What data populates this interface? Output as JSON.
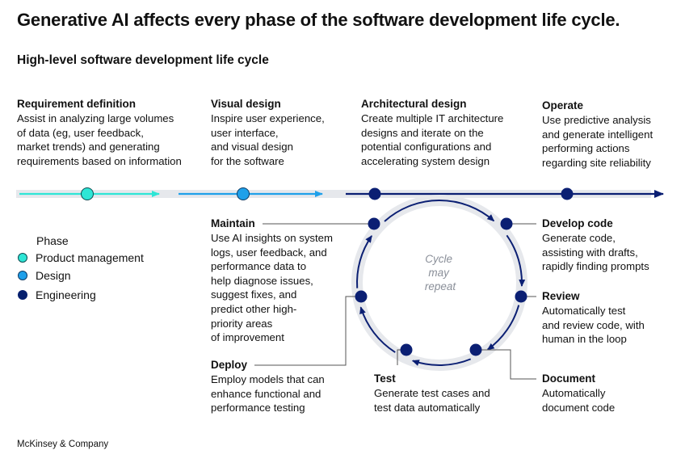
{
  "title": "Generative AI affects every phase of the software development life cycle.",
  "subtitle": "High-level software development life cycle",
  "linear_phases": [
    {
      "title": "Requirement definition",
      "description": "Assist in analyzing large volumes\nof data (eg, user feedback,\nmarket trends) and generating\nrequirements based on information",
      "category": "Product management"
    },
    {
      "title": "Visual design",
      "description": "Inspire user experience,\nuser interface,\nand visual design\nfor the software",
      "category": "Design"
    },
    {
      "title": "Architectural design",
      "description": "Create multiple IT architecture\ndesigns and iterate on the\npotential configurations and\naccelerating system design",
      "category": "Engineering"
    },
    {
      "title": "Operate",
      "description": "Use predictive analysis\nand generate intelligent\nperforming actions\nregarding site reliability",
      "category": "Engineering"
    }
  ],
  "cycle_phases": [
    {
      "title": "Develop code",
      "description": "Generate code,\nassisting with drafts,\nrapidly finding prompts"
    },
    {
      "title": "Review",
      "description": "Automatically test\nand review code, with\nhuman in the loop"
    },
    {
      "title": "Document",
      "description": "Automatically\ndocument code"
    },
    {
      "title": "Test",
      "description": "Generate test cases and\ntest data automatically"
    },
    {
      "title": "Deploy",
      "description": "Employ models that can\nenhance functional and\nperformance testing"
    },
    {
      "title": "Maintain",
      "description": "Use AI insights on system\nlogs, user feedback, and\nperformance data to\nhelp diagnose issues,\nsuggest fixes, and\npredict other high-\npriority areas\nof improvement"
    }
  ],
  "cycle_note": "Cycle\nmay\nrepeat",
  "legend": {
    "title": "Phase",
    "items": [
      {
        "label": "Product management",
        "color": "#2ee6d6"
      },
      {
        "label": "Design",
        "color": "#1fa0ea"
      },
      {
        "label": "Engineering",
        "color": "#061f6e"
      }
    ]
  },
  "colors": {
    "track": "#e6e8ec",
    "product": "#2ee6d6",
    "design": "#1fa0ea",
    "engineering": "#0b1f73"
  },
  "footer": "McKinsey & Company"
}
